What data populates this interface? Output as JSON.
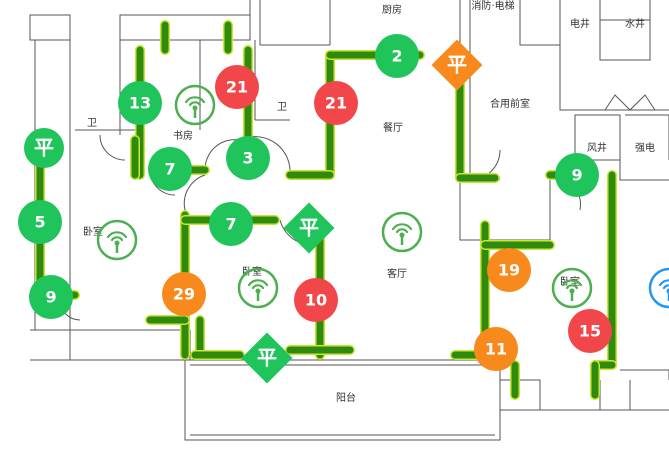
{
  "colors": {
    "wall_highlight": "#2f8b0e",
    "wall_highlight_edge": "#c8e633",
    "badge_green": "#1fc45a",
    "badge_red": "#f2474a",
    "badge_orange": "#f7891d",
    "ap_icon_green": "#4caf50",
    "ap_icon_blue": "#2196f3",
    "plan_lines": "#555555"
  },
  "rooms": [
    {
      "id": "kitchen",
      "label": "厨房"
    },
    {
      "id": "fire-room",
      "label": "消防·电梯"
    },
    {
      "id": "water-well",
      "label": "水井"
    },
    {
      "id": "electric-well",
      "label": "电井"
    },
    {
      "id": "bath-1",
      "label": "卫"
    },
    {
      "id": "study",
      "label": "书房"
    },
    {
      "id": "bath-2",
      "label": "卫"
    },
    {
      "id": "dining",
      "label": "餐厅"
    },
    {
      "id": "front-room",
      "label": "合用前室"
    },
    {
      "id": "air-shaft",
      "label": "风井"
    },
    {
      "id": "strong-power",
      "label": "强电"
    },
    {
      "id": "master-bed",
      "label": "卧室"
    },
    {
      "id": "bed-2",
      "label": "卧室"
    },
    {
      "id": "living",
      "label": "客厅"
    },
    {
      "id": "bed-3",
      "label": "卧室"
    },
    {
      "id": "balcony",
      "label": "阳台"
    }
  ],
  "attenuation_badges": [
    {
      "id": "wall-13",
      "value": "13",
      "level": "green"
    },
    {
      "id": "wall-21a",
      "value": "21",
      "level": "red"
    },
    {
      "id": "wall-21b",
      "value": "21",
      "level": "red"
    },
    {
      "id": "wall-2",
      "value": "2",
      "level": "green"
    },
    {
      "id": "wall-7a",
      "value": "7",
      "level": "green"
    },
    {
      "id": "wall-3",
      "value": "3",
      "level": "green"
    },
    {
      "id": "wall-5",
      "value": "5",
      "level": "green"
    },
    {
      "id": "wall-9a",
      "value": "9",
      "level": "green"
    },
    {
      "id": "wall-7b",
      "value": "7",
      "level": "green"
    },
    {
      "id": "wall-29",
      "value": "29",
      "level": "orange"
    },
    {
      "id": "wall-10",
      "value": "10",
      "level": "red"
    },
    {
      "id": "wall-9b",
      "value": "9",
      "level": "green"
    },
    {
      "id": "wall-19",
      "value": "19",
      "level": "orange"
    },
    {
      "id": "wall-11",
      "value": "11",
      "level": "orange"
    },
    {
      "id": "wall-15",
      "value": "15",
      "level": "red"
    }
  ],
  "flat_markers": [
    {
      "id": "flat-1",
      "label": "平",
      "shape": "circle"
    },
    {
      "id": "flat-2",
      "label": "平",
      "shape": "diamond"
    },
    {
      "id": "flat-3",
      "label": "平",
      "shape": "diamond"
    },
    {
      "id": "flat-4",
      "label": "平",
      "shape": "diamond"
    }
  ],
  "access_points": [
    {
      "id": "ap-study",
      "icon": "wifi-ap-icon",
      "color": "green"
    },
    {
      "id": "ap-master",
      "icon": "wifi-ap-icon",
      "color": "green"
    },
    {
      "id": "ap-living",
      "icon": "wifi-ap-icon",
      "color": "green"
    },
    {
      "id": "ap-bed2",
      "icon": "wifi-ap-icon",
      "color": "green"
    },
    {
      "id": "ap-bed3",
      "icon": "wifi-ap-icon",
      "color": "green"
    },
    {
      "id": "ap-edge",
      "icon": "wifi-ap-icon",
      "color": "blue"
    }
  ]
}
